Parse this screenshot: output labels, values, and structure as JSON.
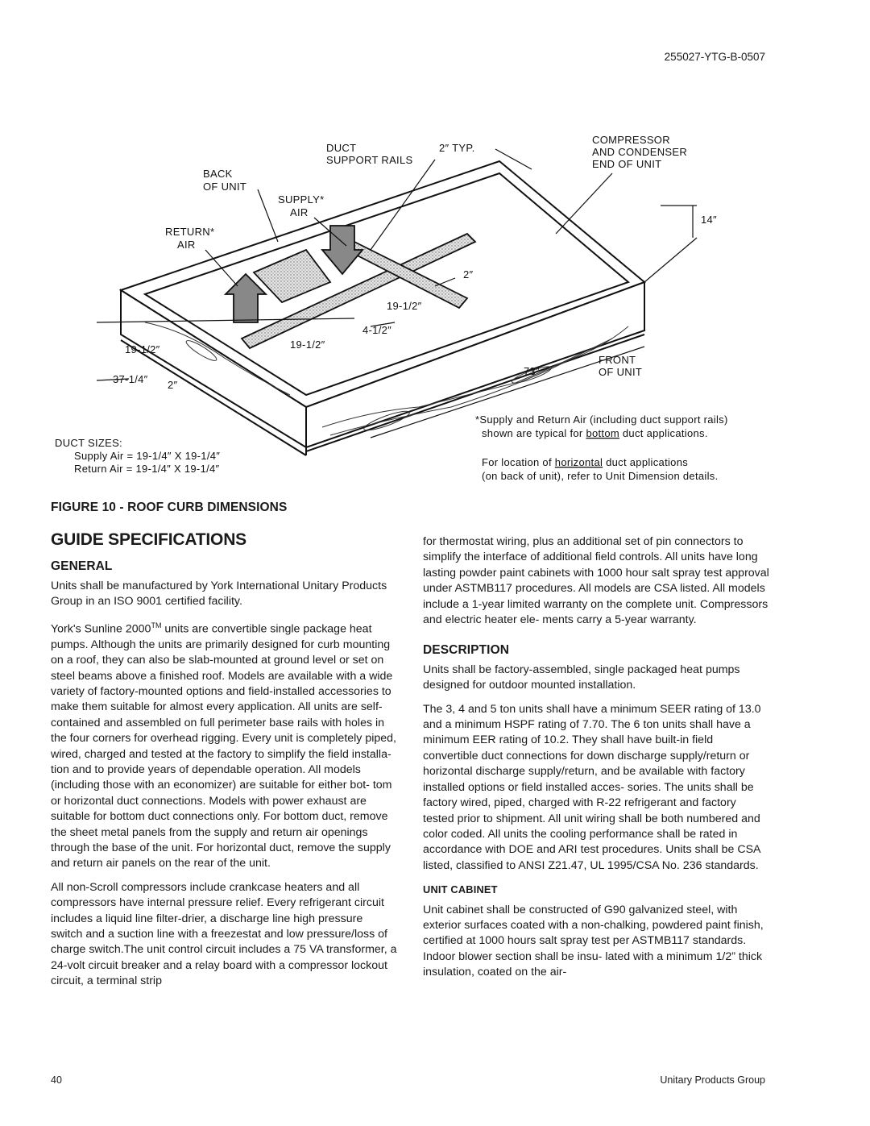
{
  "header": {
    "doc_number": "255027-YTG-B-0507"
  },
  "figure": {
    "labels": {
      "duct_support_rails_1": "DUCT",
      "duct_support_rails_2": "SUPPORT RAILS",
      "two_typ": "2″ TYP.",
      "compressor_1": "COMPRESSOR",
      "compressor_2": "AND CONDENSER",
      "compressor_3": "END OF UNIT",
      "back_1": "BACK",
      "back_2": "OF UNIT",
      "supply_1": "SUPPLY*",
      "supply_2": "AIR",
      "return_1": "RETURN*",
      "return_2": "AIR",
      "dim_14": "14″",
      "dim_2a": "2″",
      "dim_19_half_a": "19-1/2″",
      "dim_4_half": "4-1/2″",
      "dim_19_half_b": "19-1/2″",
      "dim_19_half_c": "19-1/2″",
      "dim_37_quarter": "37-1/4″",
      "dim_2b": "2″",
      "dim_73": "73″",
      "front_1": "FRONT",
      "front_2": "OF UNIT",
      "note_1": "*Supply and Return Air (including duct support rails)",
      "note_2a": "shown are typical for ",
      "note_2b": "bottom",
      "note_2c": " duct applications.",
      "note_3a": "For location of ",
      "note_3b": "horizontal",
      "note_3c": " duct applications",
      "note_4": "(on back of unit), refer to Unit Dimension details.",
      "duct_sizes": "DUCT SIZES:",
      "supply_size": "Supply Air  =  19-1/4″ X 19-1/4″",
      "return_size": "Return Air  =  19-1/4″ X 19-1/4″"
    },
    "caption": "FIGURE 10 -  ROOF CURB DIMENSIONS"
  },
  "left_column": {
    "title": "GUIDE SPECIFICATIONS",
    "general_heading": "GENERAL",
    "p1": "Units shall be manufactured by York International Unitary Products Group in an ISO 9001 certified facility.",
    "p2_a": "York's Sunline 2000",
    "p2_tm": "TM",
    "p2_b": " units are convertible single package heat pumps. Although the units are primarily designed for curb mounting on a roof, they can also be slab-mounted at ground level or set on steel beams above a finished roof. Models are available with a wide variety of factory-mounted options and field-installed accessories to make them suitable for almost every application. All units are self-contained and assembled on full perimeter base rails with holes in the four corners for overhead rigging. Every unit is completely piped, wired, charged and tested at the factory to simplify the field installa- tion and to provide years of dependable operation. All models (including those with an economizer) are suitable for either bot- tom or horizontal duct connections. Models with power exhaust are suitable for bottom duct connections only. For bottom duct, remove the sheet metal panels from the supply and return air openings through the base of the unit. For horizontal duct, remove the supply and return air panels on the rear of the unit.",
    "p3": "All non-Scroll compressors include crankcase heaters and all compressors have internal pressure relief. Every refrigerant circuit includes a liquid line filter-drier, a discharge line high pressure switch and a suction line with a freezestat and low pressure/loss of charge switch.The unit control circuit includes a 75 VA transformer, a 24-volt circuit breaker and a relay board with a compressor lockout circuit, a terminal strip"
  },
  "right_column": {
    "p1": "for thermostat wiring, plus an additional set of pin connectors to simplify the interface of additional field controls. All units have long lasting powder paint cabinets with 1000 hour salt spray test approval under ASTMB117 procedures. All models are CSA listed. All models include a 1-year limited warranty on the complete unit. Compressors and electric heater ele- ments carry a 5-year warranty.",
    "description_heading": "DESCRIPTION",
    "p2": "Units shall be factory-assembled, single packaged heat pumps designed for outdoor mounted installation.",
    "p3": "The 3, 4 and 5 ton units shall have a minimum SEER rating of 13.0 and a minimum HSPF rating of 7.70. The 6 ton units shall have a minimum EER rating of 10.2. They shall have built-in field convertible duct connections for down discharge supply/return or horizontal discharge supply/return, and be available with factory installed options or field installed acces- sories. The units shall be factory wired, piped, charged with R-22 refrigerant and factory tested prior to shipment. All unit wiring shall be both numbered and color coded. All units the cooling performance shall be rated in accordance with DOE and ARI test procedures. Units shall be CSA listed, classified to ANSI Z21.47, UL 1995/CSA No. 236 standards.",
    "unit_cabinet_heading": "UNIT CABINET",
    "p4": "Unit cabinet shall be constructed of G90 galvanized steel, with exterior surfaces coated with a non-chalking, powdered paint finish, certified at 1000 hours salt spray test per ASTMB117 standards. Indoor blower section shall be insu- lated with a minimum 1/2” thick insulation, coated on the air-"
  },
  "footer": {
    "page_number": "40",
    "organization": "Unitary Products Group"
  }
}
